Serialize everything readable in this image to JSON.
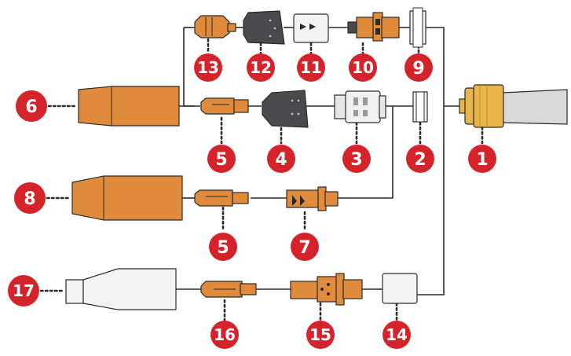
{
  "colors": {
    "badge": "#d4232a",
    "copper": "#e08a3c",
    "copper_dark": "#b8641f",
    "brass": "#e9b54a",
    "black_part": "#4a4a4c",
    "white_part": "#f3f3f3",
    "line": "#2b2b2b",
    "hose": "#d9d9d9"
  },
  "labels": {
    "n1": "1",
    "n2": "2",
    "n3": "3",
    "n4": "4",
    "n5a": "5",
    "n5b": "5",
    "n6": "6",
    "n7": "7",
    "n8": "8",
    "n9": "9",
    "n10": "10",
    "n11": "11",
    "n12": "12",
    "n13": "13",
    "n14": "14",
    "n15": "15",
    "n16": "16",
    "n17": "17"
  },
  "parts": {
    "p1": "brass-connector",
    "p2": "white-ring",
    "p3": "silver-diffuser",
    "p4": "black-spray-guard",
    "p5": "copper-contact-tip",
    "p6": "copper-nozzle",
    "p7": "copper-tip-holder",
    "p8": "copper-nozzle-wide",
    "p9": "white-insulator",
    "p10": "copper-adapter",
    "p11": "white-gas-diffuser",
    "p12": "black-nozzle-insert",
    "p13": "copper-tip-small",
    "p14": "white-insulating-ring",
    "p15": "copper-long-holder",
    "p16": "copper-contact-tip-small",
    "p17": "white-ceramic-nozzle"
  }
}
